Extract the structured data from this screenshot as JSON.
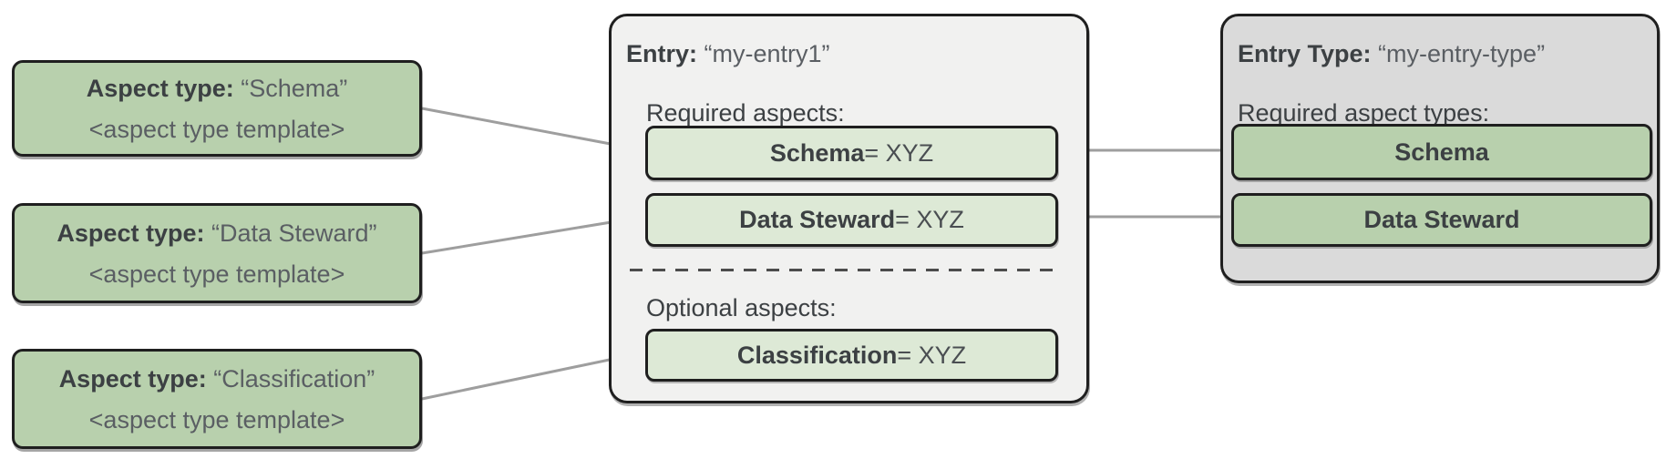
{
  "diagram": {
    "aspect_types": [
      {
        "label": "Aspect type:",
        "name": "“Schema”",
        "template": "<aspect type template>"
      },
      {
        "label": "Aspect type:",
        "name": "“Data Steward”",
        "template": "<aspect type template>"
      },
      {
        "label": "Aspect type:",
        "name": "“Classification”",
        "template": "<aspect type template>"
      }
    ],
    "entry": {
      "label": "Entry:",
      "name": "“my-entry1”",
      "required_label": "Required aspects:",
      "required_aspects": [
        {
          "name": "Schema",
          "value": " = XYZ"
        },
        {
          "name": "Data Steward",
          "value": " = XYZ"
        }
      ],
      "optional_label": "Optional aspects:",
      "optional_aspects": [
        {
          "name": "Classification",
          "value": " = XYZ"
        }
      ]
    },
    "entry_type": {
      "label": "Entry Type:",
      "name": "“my-entry-type”",
      "required_label": "Required aspect types:",
      "required_aspect_types": [
        "Schema",
        "Data Steward"
      ]
    },
    "colors": {
      "green_strong": "#b8d0ad",
      "green_light": "#dde9d6",
      "entry_background": "#f1f1f0",
      "entry_type_background": "#dadada",
      "border": "#1f1f1f",
      "text_bold": "#3c4043",
      "text_muted": "#5a5e63",
      "connector_line": "#9e9e9e"
    }
  }
}
